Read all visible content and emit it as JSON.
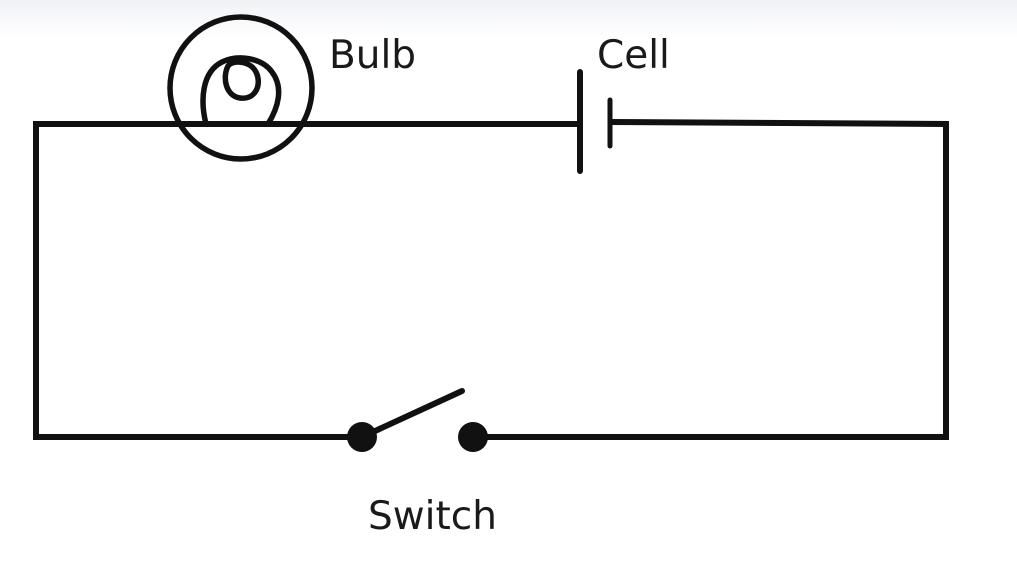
{
  "diagram": {
    "components": {
      "bulb": {
        "label": "Bulb",
        "icon": "bulb-icon"
      },
      "cell": {
        "label": "Cell",
        "icon": "cell-icon"
      },
      "switch": {
        "label": "Switch",
        "icon": "switch-icon",
        "state": "open"
      }
    },
    "colors": {
      "wire": "#111111",
      "background": "#ffffff"
    }
  }
}
